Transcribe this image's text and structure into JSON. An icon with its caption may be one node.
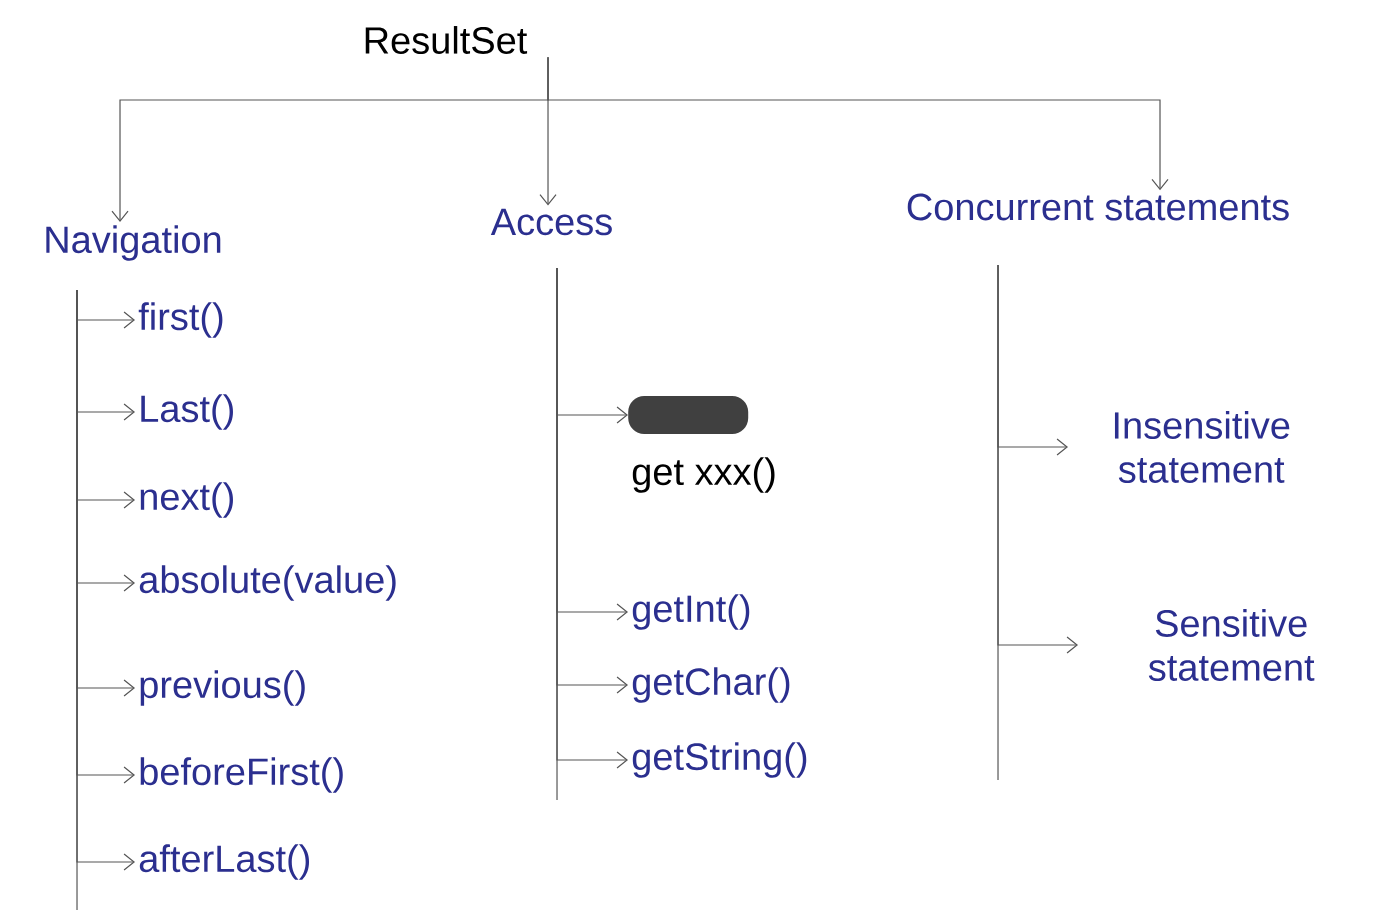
{
  "diagram": {
    "nodes": [
      {
        "text": [
          "ResultSet"
        ]
      },
      {
        "text": [
          "Navigation"
        ]
      },
      {
        "text": [
          "Access"
        ]
      },
      {
        "text": [
          "Concurrent statements"
        ]
      },
      {
        "text": [
          "first()"
        ]
      },
      {
        "text": [
          "Last()"
        ]
      },
      {
        "text": [
          "next()"
        ]
      },
      {
        "text": [
          "absolute(value)"
        ]
      },
      {
        "text": [
          "previous()"
        ]
      },
      {
        "text": [
          "beforeFirst()"
        ]
      },
      {
        "text": [
          "afterLast()"
        ]
      },
      {
        "text": [
          "get xxx()"
        ]
      },
      {
        "text": [
          "getInt()"
        ]
      },
      {
        "text": [
          "getChar()"
        ]
      },
      {
        "text": [
          "getString()"
        ]
      },
      {
        "text": [
          "Insensitive statement"
        ]
      },
      {
        "text": [
          "Sensitive statement"
        ]
      },
      {
        "text": [],
        "shape": "blot"
      }
    ],
    "edges": [
      {
        "from": 0,
        "to": 1,
        "arrow": "to"
      },
      {
        "from": 0,
        "to": 2,
        "arrow": "to"
      },
      {
        "from": 0,
        "to": 3,
        "arrow": "to"
      },
      {
        "from": 1,
        "to": 4,
        "arrow": "to"
      },
      {
        "from": 1,
        "to": 5,
        "arrow": "to"
      },
      {
        "from": 1,
        "to": 6,
        "arrow": "to"
      },
      {
        "from": 1,
        "to": 7,
        "arrow": "to"
      },
      {
        "from": 1,
        "to": 8,
        "arrow": "to"
      },
      {
        "from": 1,
        "to": 9,
        "arrow": "to"
      },
      {
        "from": 1,
        "to": 10,
        "arrow": "to"
      },
      {
        "from": 2,
        "to": 17,
        "arrow": "to"
      },
      {
        "from": 2,
        "to": 12,
        "arrow": "to"
      },
      {
        "from": 2,
        "to": 13,
        "arrow": "to"
      },
      {
        "from": 2,
        "to": 14,
        "arrow": "to"
      },
      {
        "from": 3,
        "to": 15,
        "arrow": "to"
      },
      {
        "from": 3,
        "to": 16,
        "arrow": "to"
      }
    ]
  }
}
